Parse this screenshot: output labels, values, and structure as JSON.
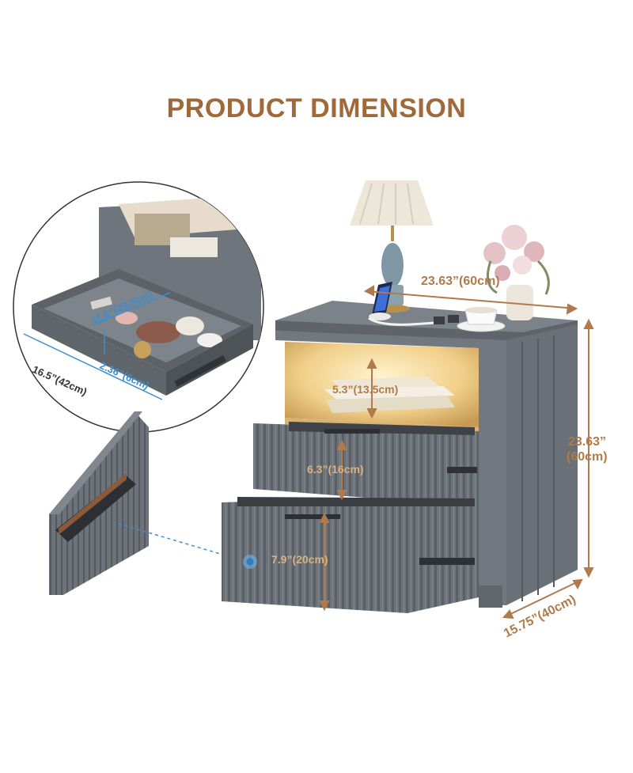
{
  "title": "PRODUCT DIMENSION",
  "dimensions": {
    "width_top": "23.63”(60cm)",
    "height_line1": "23.63”",
    "height_line2": "(60cm)",
    "depth": "15.75”(40cm)",
    "shelf_height": "5.3”(13.5cm)",
    "drawer_top_height": "6.3”(16cm)",
    "drawer_bottom_height": "7.9”(20cm)",
    "drawer_inner_depth": "11.6”(29.5cm)",
    "drawer_inner_height": "2.36”(6cm)",
    "drawer_inner_width": "16.5”(42cm)"
  },
  "colors": {
    "title": "#a0693a",
    "dimension_text": "#b07a4a",
    "blue_text": "#3a8fd0",
    "furniture": "#6b7178",
    "furniture_dark": "#565b61",
    "light": "#f3d9a0"
  }
}
